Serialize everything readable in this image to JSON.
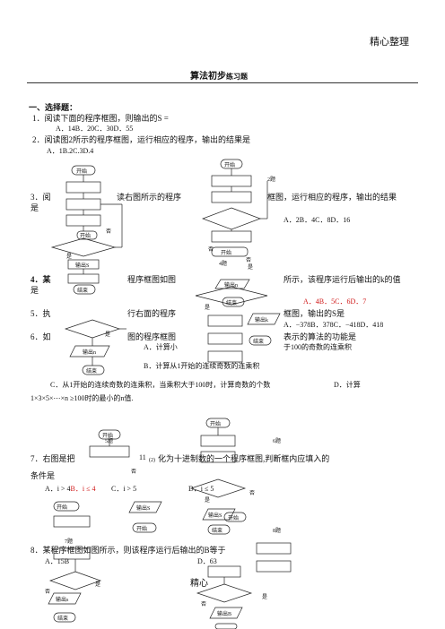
{
  "header": {
    "brand": "精心整理"
  },
  "title": {
    "main": "算法初步",
    "sub": "练习题"
  },
  "section1": {
    "heading": "一、选择题："
  },
  "q1": {
    "stem": "1．阅读下面的程序框图，则输出的S =",
    "options": "A．14B．20C．30D．55"
  },
  "q2": {
    "stem": "2．阅读图2所示的程序框图，运行相应的程序，输出的结果是",
    "options": "A．1B.2C.3D.4"
  },
  "q3": {
    "p1": "3．阅",
    "p2": "读右图所示的程序",
    "p3": "框图，运行相应的程序，输出的结果",
    "p4": "是",
    "options": "A．2B．4C．8D．16"
  },
  "q4": {
    "p1": "4．某",
    "p2": "程序框图如图",
    "p3": "所示，该程序运行后输出的k的值",
    "p4": "是",
    "options": "A．4B．5C．6D．7"
  },
  "q5": {
    "p1": "5．执",
    "p2": "行右面的程序",
    "p3": "框图，输出的S是",
    "options": "A．−378B．378C．−418D．418"
  },
  "q6": {
    "p1": "6．如",
    "p2": "图的程序框图",
    "p3": "表示的算法的功能是",
    "optA": "A．计算小",
    "optA2": "于100的奇数的连乘积",
    "optB": "B．计算从1开始的连续奇数的连乘积",
    "optC": "C．从1开始的连续奇数的连乘积，当乘积大于100时，计算奇数的个数",
    "optD": "D．计算",
    "optD2": "1×3×5×⋯×n ≥100时的最小的n值."
  },
  "q7": {
    "stem1": "7．右图是把",
    "stem2": "11",
    "stem3": "(2)",
    "stem4": "化为十进制数的一个程序框图,判断框内应填入的",
    "stem5": "条件是",
    "optA": "A．i > 4",
    "optB": "B．i ≤ 4",
    "optC": "C．i > 5",
    "optD": "D．i ≤ 5"
  },
  "q8": {
    "stem": "8．某程序框图如图所示，则该程序运行后输出的B等于",
    "optA": "A．15B",
    "optD": "D．63"
  },
  "footer": {
    "brand": "精心"
  },
  "flow_labels": {
    "start": "开始",
    "end": "结束",
    "yes": "是",
    "no": "否",
    "output_S": "输出S",
    "output_n": "输出n",
    "output_k": "输出k",
    "output_s": "输出s",
    "output_B": "输出B",
    "fig2": "2题",
    "fig4": "4题",
    "fig5": "5题",
    "fig6": "6题",
    "fig7": "7题",
    "fig8": "8题"
  }
}
